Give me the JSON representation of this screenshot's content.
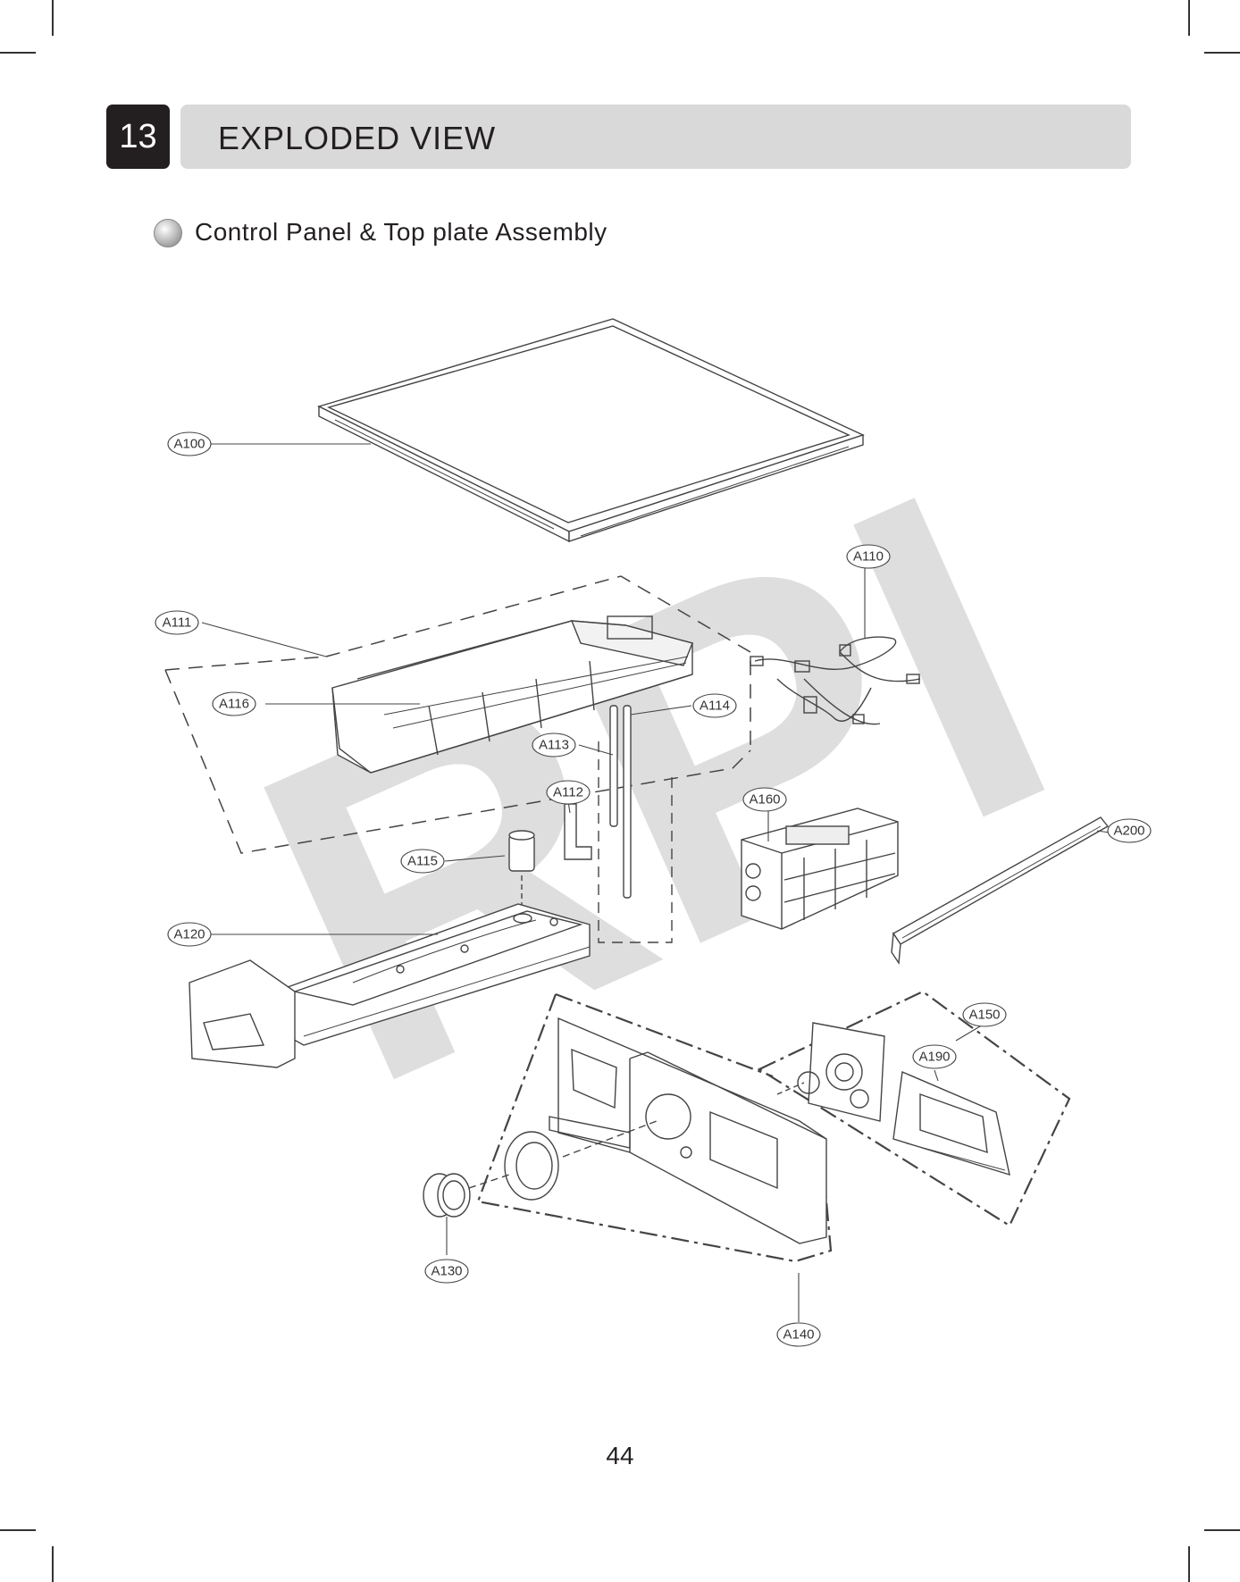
{
  "section": {
    "number": "13",
    "title": "EXPLODED VIEW"
  },
  "subtitle": "Control Panel & Top plate Assembly",
  "watermark": "RPI",
  "page_number": "44",
  "parts": {
    "A100": "A100",
    "A110": "A110",
    "A111": "A111",
    "A112": "A112",
    "A113": "A113",
    "A114": "A114",
    "A115": "A115",
    "A116": "A116",
    "A120": "A120",
    "A130": "A130",
    "A140": "A140",
    "A150": "A150",
    "A160": "A160",
    "A190": "A190",
    "A200": "A200"
  }
}
